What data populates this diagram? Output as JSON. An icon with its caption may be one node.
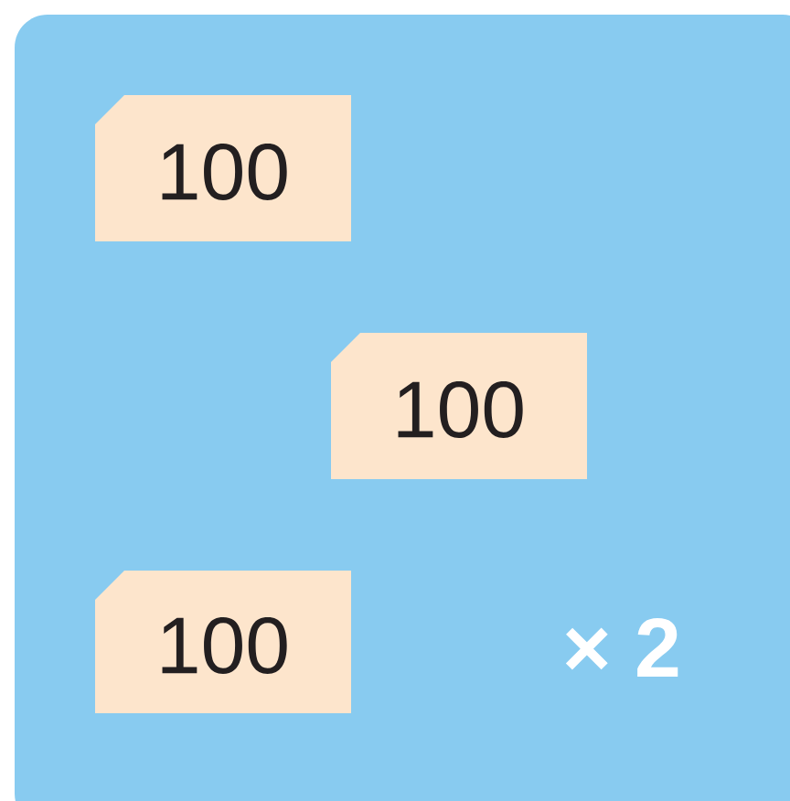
{
  "diagram": {
    "nodes": [
      {
        "text": [
          "100"
        ]
      },
      {
        "text": [
          "100"
        ]
      },
      {
        "text": [
          "100"
        ]
      }
    ],
    "labels": [
      "× 2"
    ]
  }
}
